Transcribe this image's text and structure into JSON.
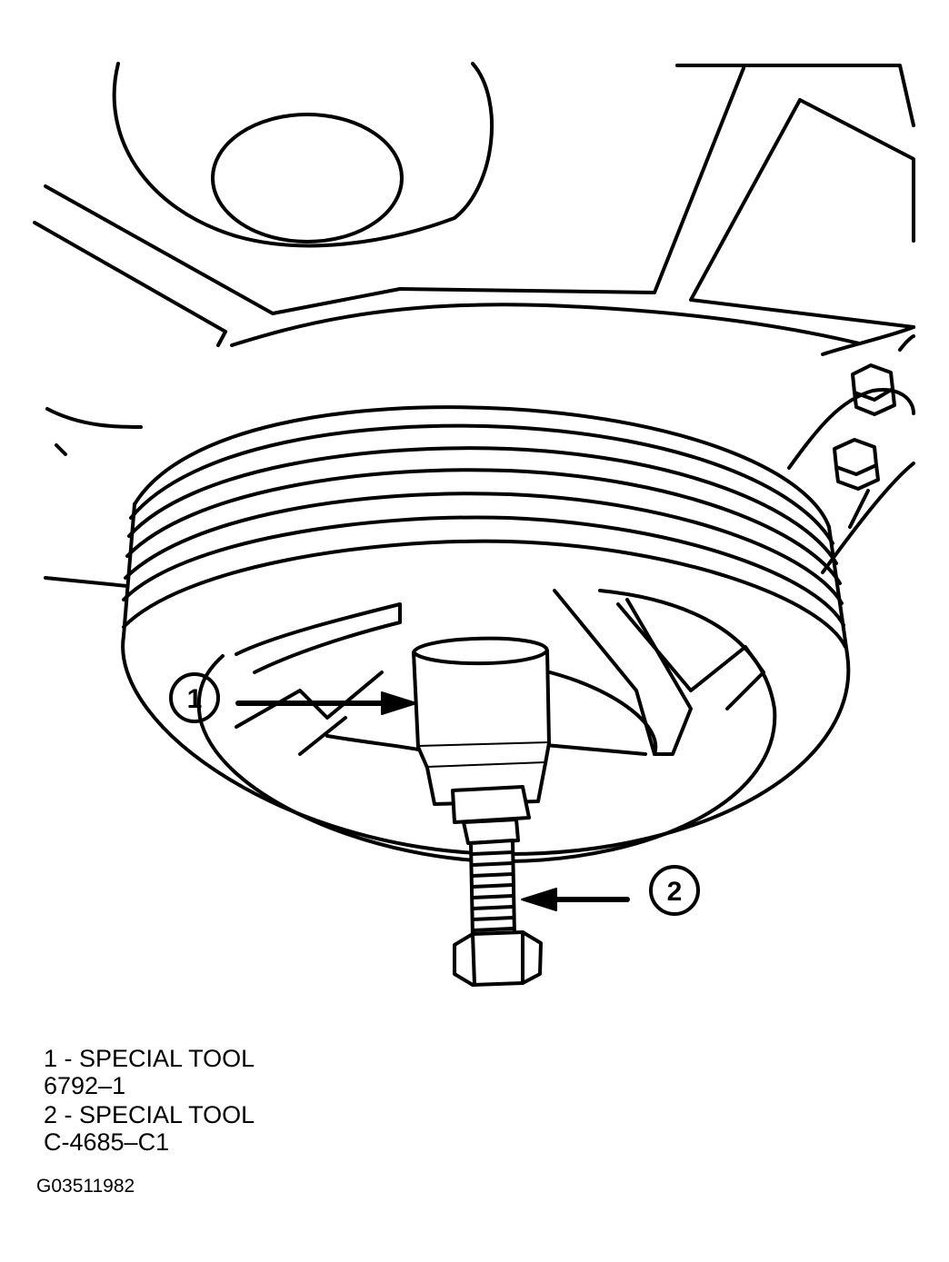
{
  "figure": {
    "callouts": [
      {
        "number": "1"
      },
      {
        "number": "2"
      }
    ]
  },
  "legend": [
    {
      "line1": "1 - SPECIAL TOOL",
      "line2": "6792–1"
    },
    {
      "line1": "2 - SPECIAL TOOL",
      "line2": "C-4685–C1"
    }
  ],
  "figure_id": "G03511982"
}
